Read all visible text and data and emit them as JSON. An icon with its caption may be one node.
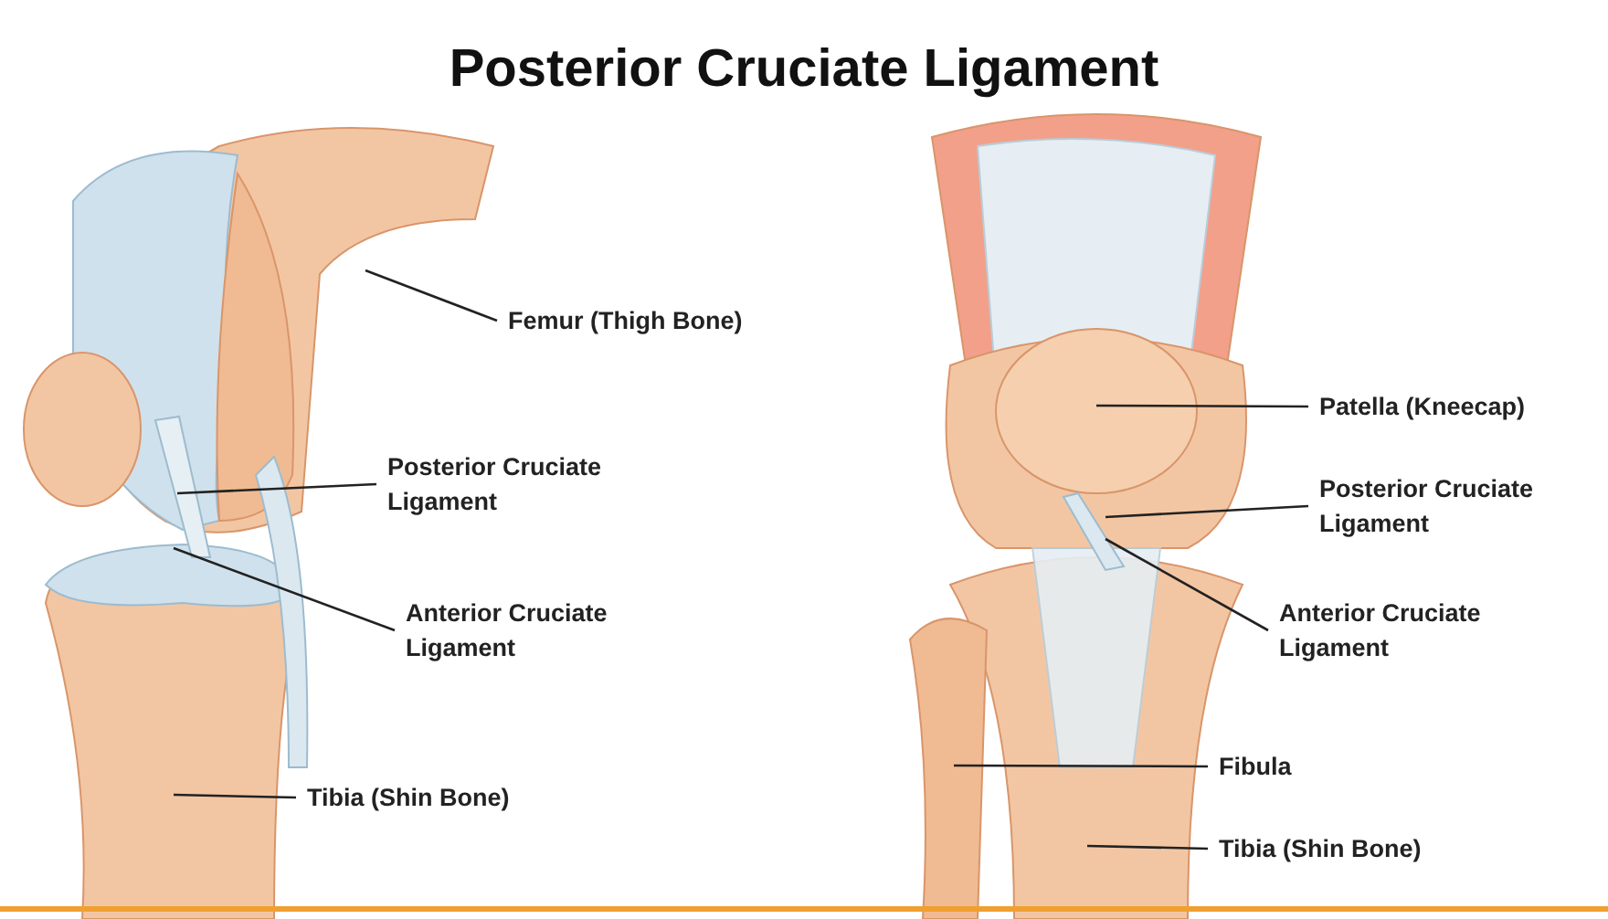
{
  "diagram": {
    "title": "Posterior Cruciate Ligament",
    "nodes": [
      {
        "text": [
          "Femur (Thigh Bone)"
        ]
      },
      {
        "text": [
          "Posterior Cruciate Ligament"
        ]
      },
      {
        "text": [
          "Anterior Cruciate Ligament"
        ]
      },
      {
        "text": [
          "Tibia (Shin Bone)"
        ]
      },
      {
        "text": [
          "Patella (Kneecap)"
        ]
      },
      {
        "text": [
          "Posterior Cruciate Ligament"
        ]
      },
      {
        "text": [
          "Anterior Cruciate Ligament"
        ]
      },
      {
        "text": [
          "Fibula"
        ]
      },
      {
        "text": [
          "Tibia (Shin Bone)"
        ]
      }
    ],
    "edges": [
      {
        "from": 0,
        "to": null,
        "arrow": "none"
      },
      {
        "from": 1,
        "to": null,
        "arrow": "none"
      },
      {
        "from": 2,
        "to": null,
        "arrow": "none"
      },
      {
        "from": 3,
        "to": null,
        "arrow": "none"
      },
      {
        "from": 4,
        "to": null,
        "arrow": "none"
      },
      {
        "from": 5,
        "to": null,
        "arrow": "none"
      },
      {
        "from": 6,
        "to": null,
        "arrow": "none"
      },
      {
        "from": 7,
        "to": null,
        "arrow": "none"
      },
      {
        "from": 8,
        "to": null,
        "arrow": "none"
      }
    ]
  }
}
